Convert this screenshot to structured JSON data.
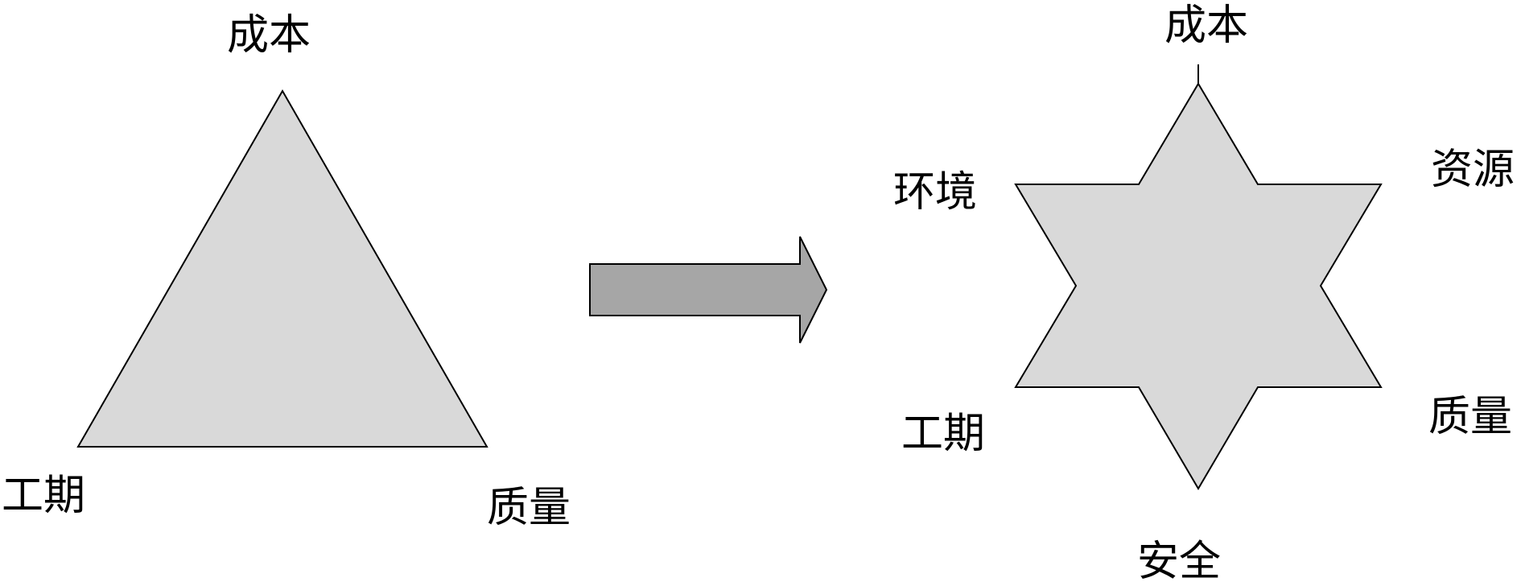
{
  "colors": {
    "shape_fill": "#d9d9d9",
    "arrow_fill": "#a6a6a6",
    "stroke": "#000000",
    "text": "#000000"
  },
  "left_diagram": {
    "shape": "triangle",
    "labels": {
      "top": "成本",
      "bottom_left": "工期",
      "bottom_right": "质量"
    }
  },
  "arrow": {
    "direction": "right"
  },
  "right_diagram": {
    "shape": "six-pointed-star",
    "labels": {
      "top": "成本",
      "upper_left": "环境",
      "upper_right": "资源",
      "lower_left": "工期",
      "lower_right": "质量",
      "bottom": "安全"
    }
  }
}
